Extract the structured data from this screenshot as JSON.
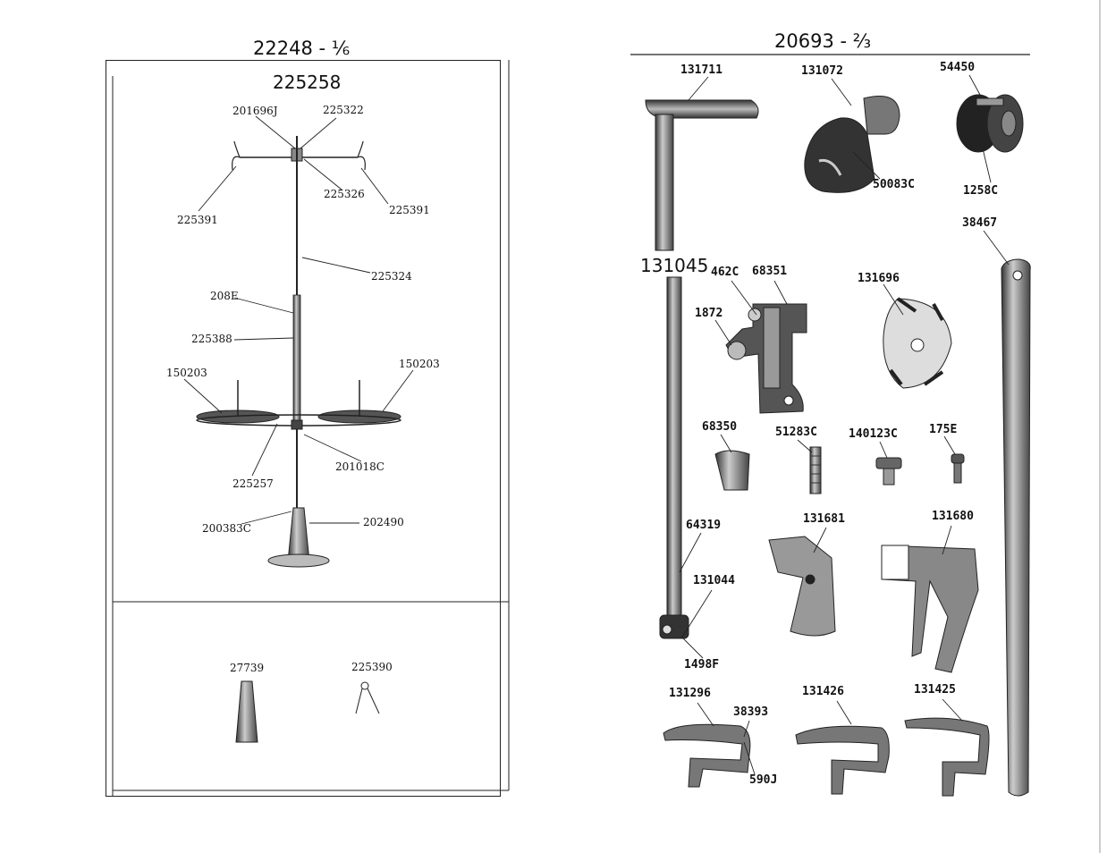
{
  "left": {
    "title": "22248 - ⅙",
    "kit_title": "225258",
    "labels": {
      "l201696j": "201696J",
      "l225322": "225322",
      "l225391a": "225391",
      "l225326": "225326",
      "l225391b": "225391",
      "l225324": "225324",
      "l208e": "208E",
      "l225388": "225388",
      "l150203a": "150203",
      "l150203b": "150203",
      "l225257": "225257",
      "l201018c": "201018C",
      "l200383c": "200383C",
      "l202490": "202490",
      "l27739": "27739",
      "l225390": "225390"
    }
  },
  "right": {
    "title": "20693 - ⅔",
    "labels": {
      "l131711": "131711",
      "l131072": "131072",
      "l54450": "54450",
      "l50083c": "50083C",
      "l1258c": "1258C",
      "l38467": "38467",
      "l131045": "131045",
      "l462c": "462C",
      "l68351": "68351",
      "l131696": "131696",
      "l1872": "1872",
      "l68350": "68350",
      "l51283c": "51283C",
      "l140123c": "140123C",
      "l175e": "175E",
      "l64319": "64319",
      "l131681": "131681",
      "l131680": "131680",
      "l131044": "131044",
      "l1498f": "1498F",
      "l131296": "131296",
      "l38393": "38393",
      "l131426": "131426",
      "l131425": "131425",
      "l590j": "590J"
    }
  }
}
